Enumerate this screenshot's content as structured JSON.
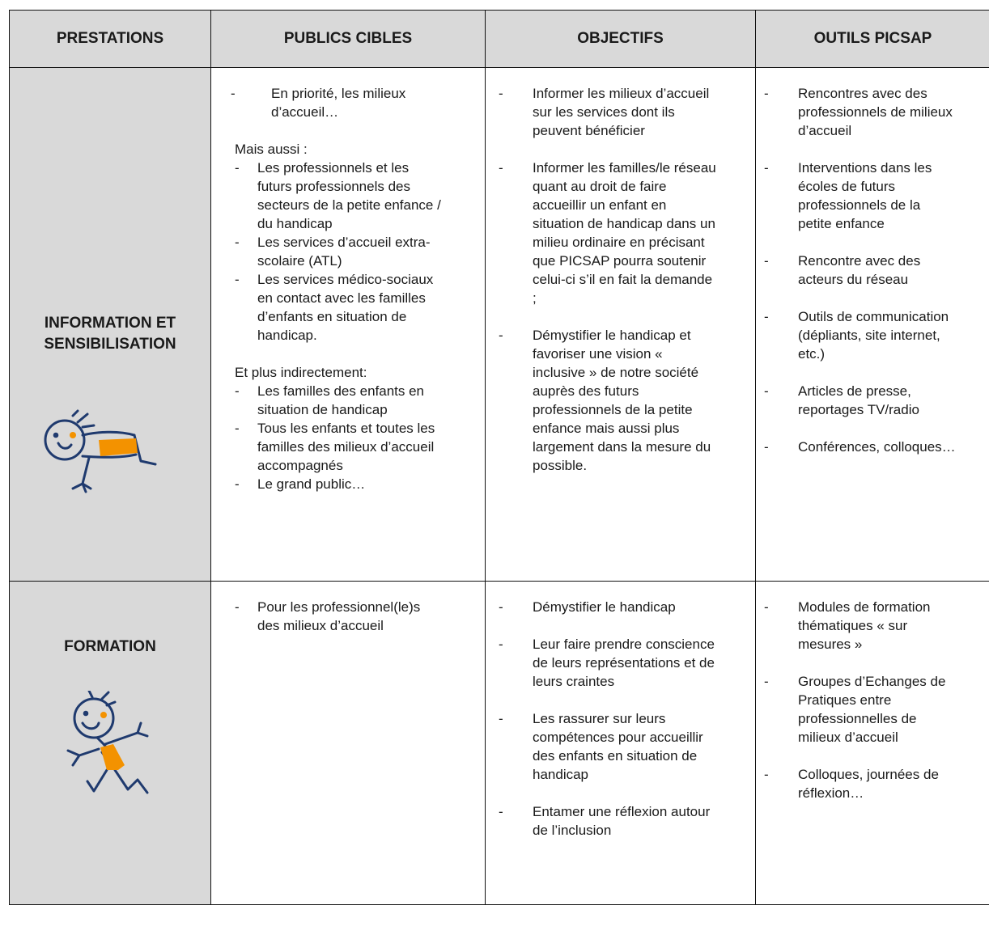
{
  "header": {
    "col1": "PRESTATIONS",
    "col2": "PUBLICS CIBLES",
    "col3": "OBJECTIFS",
    "col4": "OUTILS  PICSAP"
  },
  "dash": "-",
  "rows": [
    {
      "label_line1": "INFORMATION ET",
      "label_line2": "SENSIBILISATION",
      "publics": {
        "top": [
          "En priorité, les milieux d’accueil…"
        ],
        "mais_aussi": "Mais aussi :",
        "mais_list": [
          "Les professionnels et les futurs professionnels des secteurs de la petite enfance / du handicap",
          "Les services d’accueil extra-scolaire (ATL)",
          "Les services médico-sociaux en contact avec les familles d’enfants en situation de handicap."
        ],
        "indirect": "Et plus indirectement:",
        "indirect_list": [
          "Les familles des enfants en situation de handicap",
          "Tous les enfants et toutes les familles des milieux d’accueil accompagnés",
          "Le grand public…"
        ]
      },
      "objectifs": [
        "Informer les milieux d’accueil sur les services dont ils peuvent bénéficier",
        "Informer les familles/le réseau quant au droit de faire accueillir un enfant en situation de handicap dans un milieu ordinaire en précisant que PICSAP pourra soutenir celui-ci s’il en fait la demande ;",
        "Démystifier le handicap et favoriser une vision « inclusive » de notre société auprès des futurs professionnels de la petite enfance mais aussi plus largement dans la mesure du possible."
      ],
      "outils": [
        "Rencontres avec des professionnels de milieux d’accueil",
        "Interventions dans les écoles de futurs professionnels de la petite enfance",
        "Rencontre avec des acteurs du réseau",
        "Outils de communication (dépliants, site internet, etc.)",
        "Articles de presse, reportages TV/radio",
        "Conférences, colloques…"
      ]
    },
    {
      "label_line1": "FORMATION",
      "publics": [
        "Pour les professionnel(le)s des milieux d’accueil"
      ],
      "objectifs": [
        "Démystifier le handicap",
        "Leur faire prendre conscience de leurs représentations et de leurs craintes",
        "Les rassurer sur leurs compétences pour accueillir des enfants en situation de handicap",
        "Entamer une réflexion autour de l’inclusion"
      ],
      "outils": [
        "Modules de formation thématiques « sur mesures »",
        "Groupes d’Echanges de Pratiques entre professionnelles de milieux d’accueil",
        "Colloques, journées de réflexion…"
      ]
    }
  ],
  "colors": {
    "header_bg": "#d9d9d9",
    "kid_outline": "#1f3a6e",
    "kid_accent": "#f39200"
  },
  "icons": [
    "crawling-child-icon",
    "jumping-child-icon"
  ]
}
